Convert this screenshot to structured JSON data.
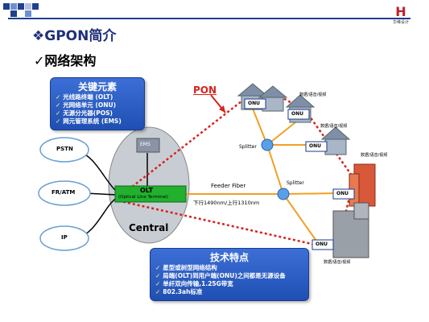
{
  "header": {
    "title": "GPON简介",
    "title_bullet": "❖",
    "subtitle": "网络架构",
    "subtitle_bullet": "✓",
    "logo_mark": "H",
    "logo_text": "华维设计"
  },
  "key_elements": {
    "title": "关键元素",
    "items": [
      "光线路终端 (OLT)",
      "光网络单元 (ONU)",
      "无源分光器(POS)",
      "网元管理系统 (EMS)"
    ]
  },
  "tech_features": {
    "title": "技术特点",
    "items": [
      "星型或树型网络结构",
      "局端(OLT)到用户端(ONU)之间都是无源设备",
      "单纤双向传输,1.25G带宽",
      "802.3ah标准"
    ]
  },
  "diagram": {
    "pon_label": "PON",
    "central_label": "Central",
    "ems_label": "EMS",
    "olt_label": "OLT",
    "olt_sublabel": "(Optical Line Terminal)",
    "feeder_label": "Feeder Fiber",
    "wavelength_label": "下行1490nm/上行1310nm",
    "splitter_label": "Splitter",
    "clouds": [
      "PSTN",
      "FR/ATM",
      "IP"
    ],
    "onu_label": "ONU",
    "service_label": "数据/语音/视频"
  },
  "colors": {
    "accent_blue": "#1f4fb3",
    "pon_red": "#d8221e",
    "fiber_orange": "#f0a020",
    "olt_green": "#22b02e"
  }
}
